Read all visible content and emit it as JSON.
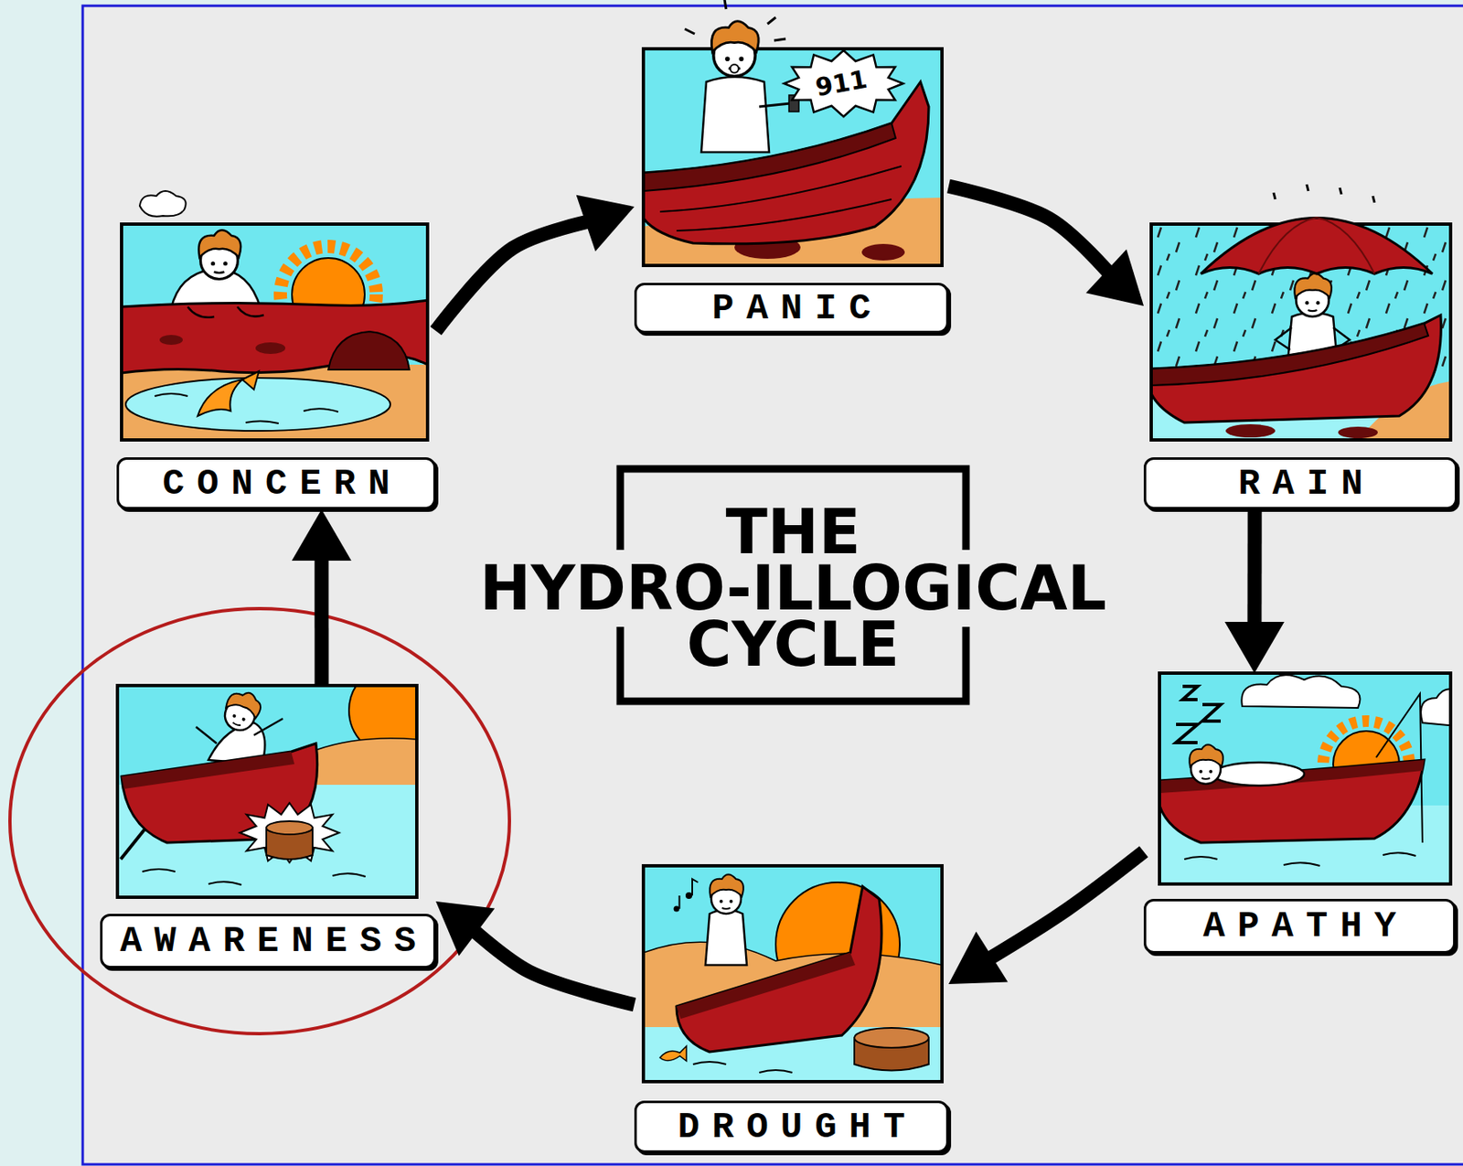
{
  "diagram": {
    "title": "THE HYDRO-ILLOGICAL CYCLE",
    "nodes": [
      {
        "text": [
          "CONCERN"
        ]
      },
      {
        "text": [
          "PANIC"
        ]
      },
      {
        "text": [
          "RAIN"
        ]
      },
      {
        "text": [
          "APATHY"
        ]
      },
      {
        "text": [
          "DROUGHT"
        ]
      },
      {
        "text": [
          "AWARENESS"
        ]
      }
    ],
    "edges": [
      {
        "from": 0,
        "to": 1,
        "arrow": "to"
      },
      {
        "from": 1,
        "to": 2,
        "arrow": "to"
      },
      {
        "from": 2,
        "to": 3,
        "arrow": "to"
      },
      {
        "from": 3,
        "to": 4,
        "arrow": "to"
      },
      {
        "from": 4,
        "to": 5,
        "arrow": "to"
      },
      {
        "from": 5,
        "to": 0,
        "arrow": "to"
      }
    ],
    "labels": [
      "911"
    ]
  }
}
